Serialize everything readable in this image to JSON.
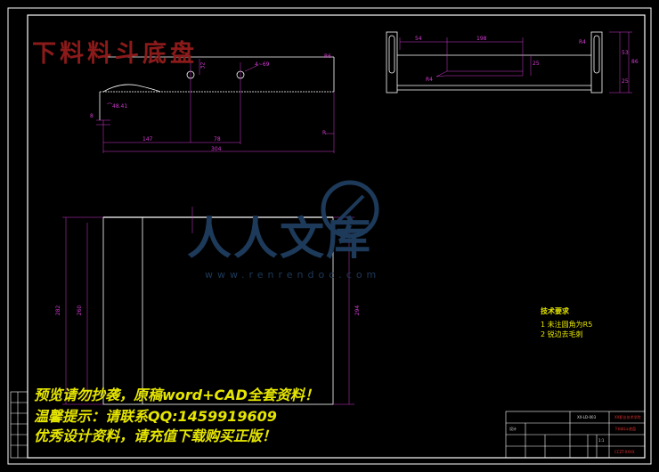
{
  "drawing": {
    "title_cn": "下料料斗底盘",
    "dims_top_left": {
      "d_4_69": "4~69",
      "d_32": "32",
      "d_r6": "R6",
      "d_arc": "⌒48.41",
      "d_8": "8",
      "d_147": "147",
      "d_78": "78",
      "d_r": "R",
      "d_304": "304"
    },
    "dims_top_right": {
      "d_54": "54",
      "d_198": "198",
      "d_r4a": "R4",
      "d_25": "25",
      "d_r4b": "R4",
      "d_53": "53",
      "d_86": "86",
      "d_25b": "25"
    },
    "dims_plate": {
      "d_282": "282",
      "d_260": "260",
      "d_294": "294"
    },
    "tech": {
      "header": "技术要求",
      "item1": "1  未注圆角为R5",
      "item2": "2  锐边去毛刺"
    },
    "watermark": {
      "text": "人人文库",
      "url": "www.renrendoc.com"
    },
    "promo": {
      "line1": "预览请勿抄袭，原稿word+CAD全套资料！",
      "line2": "温馨提示：请联系QQ:1459919609",
      "line3": "优秀设计资料，请充值下载购买正版！"
    },
    "title_block": {
      "drawing_no": "XX-LD-003",
      "school": "XX职业技术学院",
      "name": "下料料斗底盘",
      "scale": "1:1",
      "designer": "设计",
      "code": "CCZT-XXXX"
    },
    "colors": {
      "frame": "#ffffff",
      "part": "#ffffff",
      "dimension": "#d23bd2",
      "accent_red": "#e03030",
      "text_yellow": "#e6e600",
      "watermark": "#1d3a5a"
    }
  }
}
